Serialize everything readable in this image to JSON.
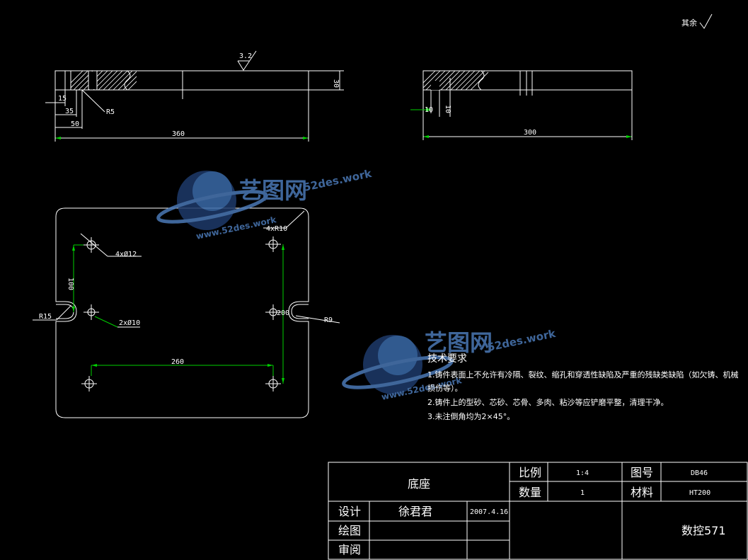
{
  "roughness_other": "其余",
  "roughness_top": "3.2",
  "front_view": {
    "dims": {
      "d15": "15",
      "d35": "35",
      "d50": "50",
      "d360": "360",
      "r5": "R5",
      "d30": "30"
    }
  },
  "side_view": {
    "dims": {
      "d10a": "10",
      "d10b": "10",
      "d300": "300"
    }
  },
  "plan_view": {
    "dims": {
      "corner_r": "4xR10",
      "holes12": "4xØ12",
      "d100": "100",
      "r15": "R15",
      "holes10": "2xØ10",
      "d200": "200",
      "r9": "R9",
      "d260": "260"
    }
  },
  "watermark": {
    "cn": "艺图网",
    "en": "52des.work",
    "url": "www.52des.work"
  },
  "tech_req": {
    "title": "技术要求",
    "items": [
      "1.铸件表面上不允许有冷隔、裂纹、缩孔和穿透性缺陷及严重的残缺类缺陷（如欠铸、机械",
      "损伤等）。",
      "2.铸件上的型砂、芯砂、芯骨、多肉、粘沙等应铲磨平整，清理干净。",
      "3.未注倒角均为2×45°。"
    ]
  },
  "title_block": {
    "part_name": "底座",
    "scale_label": "比例",
    "scale_value": "1:4",
    "drawing_no_label": "图号",
    "drawing_no": "DB46",
    "qty_label": "数量",
    "qty_value": "1",
    "material_label": "材料",
    "material": "HT200",
    "design_label": "设计",
    "designer": "徐君君",
    "date": "2007.4.16",
    "drawn_label": "绘图",
    "review_label": "审阅",
    "org": "数控571"
  }
}
